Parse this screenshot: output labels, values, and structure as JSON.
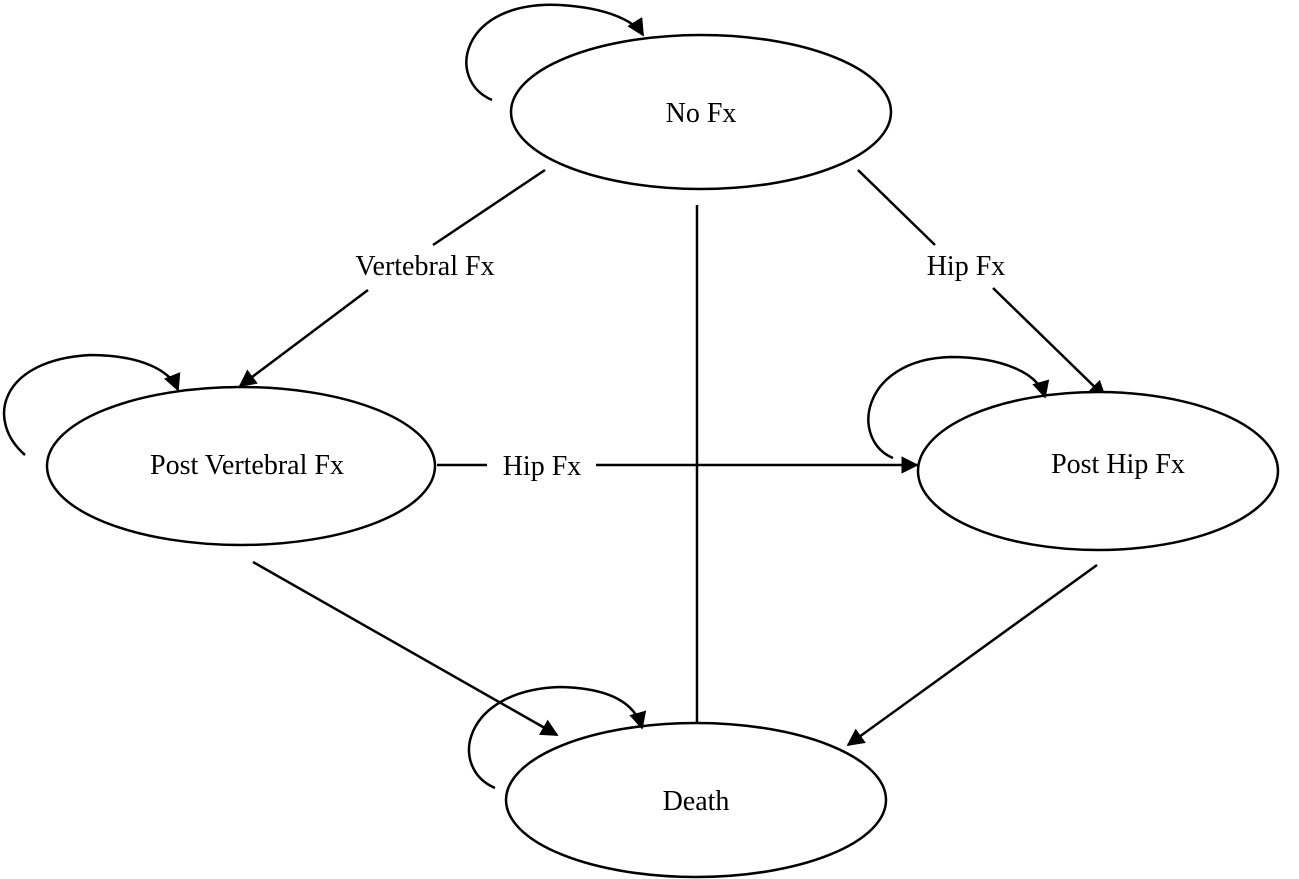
{
  "colors": {
    "stroke": "#000000",
    "background": "#ffffff"
  },
  "nodes": {
    "no_fx": "No Fx",
    "post_vertebral_fx": "Post Vertebral Fx",
    "post_hip_fx": "Post Hip Fx",
    "death": "Death"
  },
  "edges": {
    "no_fx_to_post_vertebral": "Vertebral Fx",
    "no_fx_to_post_hip": "Hip Fx",
    "post_vertebral_to_post_hip": "Hip Fx"
  }
}
